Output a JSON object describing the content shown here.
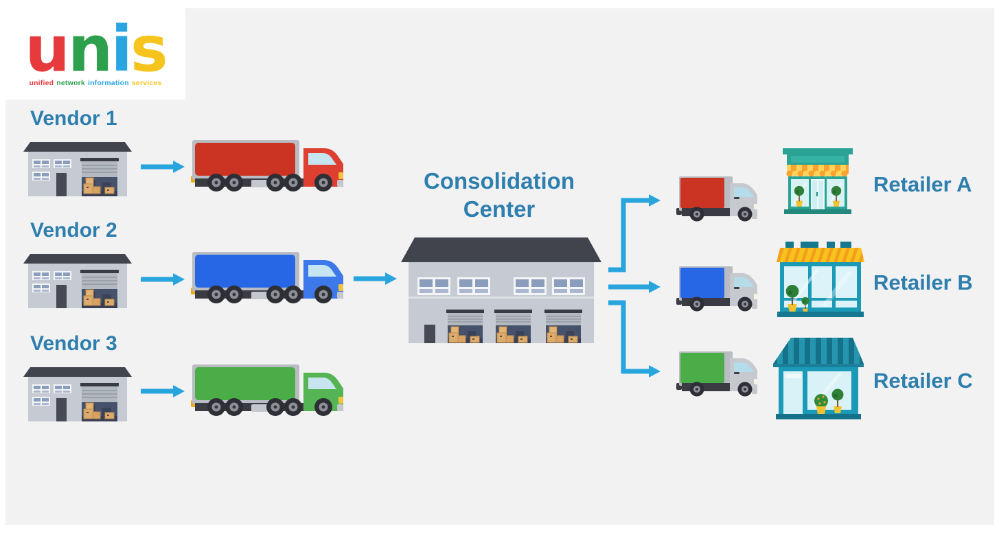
{
  "page": {
    "canvas_bg": "#f2f2f3"
  },
  "logo": {
    "word": [
      {
        "ch": "u",
        "color": "#e63a3c"
      },
      {
        "ch": "n",
        "color": "#2ca04d"
      },
      {
        "ch": "i",
        "color": "#2aa5e1"
      },
      {
        "ch": "s",
        "color": "#f7c41e"
      }
    ],
    "tagline": [
      {
        "word": "unified",
        "color": "#e63a3c"
      },
      {
        "word": "network",
        "color": "#2ca04d"
      },
      {
        "word": "information",
        "color": "#2aa5e1"
      },
      {
        "word": "services",
        "color": "#f7c41e"
      }
    ]
  },
  "colors": {
    "label": "#2e7eae",
    "arrow": "#29a5de"
  },
  "vendors": [
    {
      "label": "Vendor 1",
      "cargo": "#cb3423",
      "cab": "#dd4030"
    },
    {
      "label": "Vendor 2",
      "cargo": "#2767e6",
      "cab": "#3d79ea"
    },
    {
      "label": "Vendor 3",
      "cargo": "#4aad48",
      "cab": "#55b554"
    }
  ],
  "center": {
    "line1": "Consolidation",
    "line2": "Center"
  },
  "retailers": [
    {
      "label": "Retailer A",
      "cargo": "#cb3423"
    },
    {
      "label": "Retailer B",
      "cargo": "#2767e6"
    },
    {
      "label": "Retailer C",
      "cargo": "#4aad48"
    }
  ]
}
